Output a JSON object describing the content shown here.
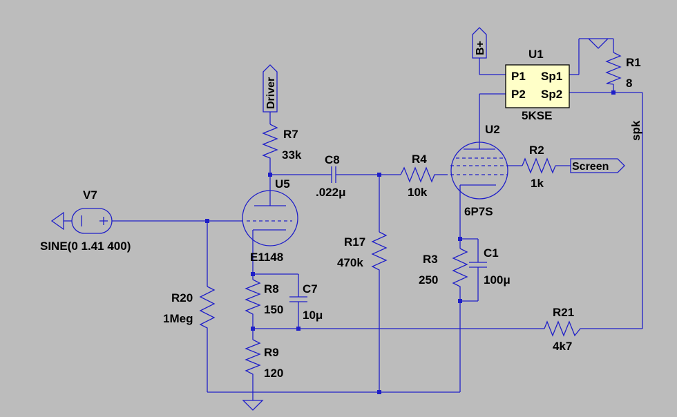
{
  "labels": {
    "v7_name": "V7",
    "v7_value": "SINE(0 1.41 400)",
    "r20_name": "R20",
    "r20_value": "1Meg",
    "driver_port": "Driver",
    "r7_name": "R7",
    "r7_value": "33k",
    "u5_name": "U5",
    "u5_type": "E1148",
    "c8_name": "C8",
    "c8_value": ".022μ",
    "r8_name": "R8",
    "r8_value": "150",
    "c7_name": "C7",
    "c7_value": "10μ",
    "r9_name": "R9",
    "r9_value": "120",
    "r17_name": "R17",
    "r17_value": "470k",
    "r4_name": "R4",
    "r4_value": "10k",
    "u2_name": "U2",
    "u2_type": "6P7S",
    "r2_name": "R2",
    "r2_value": "1k",
    "screen_port": "Screen",
    "r3_name": "R3",
    "r3_value": "250",
    "c1_name": "C1",
    "c1_value": "100μ",
    "bplus_port": "B+",
    "u1_name": "U1",
    "u1_type": "5KSE",
    "u1_p1": "P1",
    "u1_p2": "P2",
    "u1_sp1": "Sp1",
    "u1_sp2": "Sp2",
    "r1_name": "R1",
    "r1_value": "8",
    "spk_net": "spk",
    "r21_name": "R21",
    "r21_value": "4k7"
  },
  "colors": {
    "background": "#bcbcbc",
    "wire": "#1f1fc8",
    "transformer_fill": "#ffffc8",
    "text": "#000000"
  }
}
